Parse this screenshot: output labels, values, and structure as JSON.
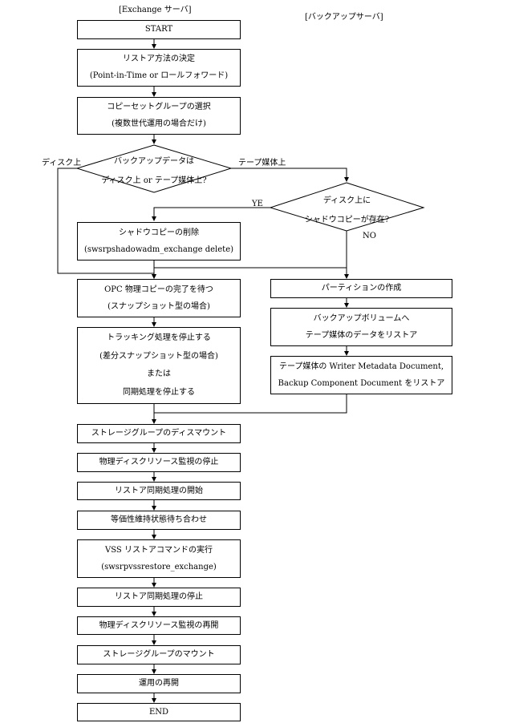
{
  "headers": {
    "exchange": "[Exchange サーバ]",
    "backup": "[バックアップサーバ]"
  },
  "steps": {
    "start": "START",
    "restore_method_1": "リストア方法の決定",
    "restore_method_2": "(Point-in-Time or ロールフォワード)",
    "copyset_1": "コピーセットグループの選択",
    "copyset_2": "(複数世代運用の場合だけ)",
    "shadow_delete_1": "シャドウコピーの削除",
    "shadow_delete_2": "(swsrpshadowadm_exchange delete)",
    "opc_wait_1": "OPC 物理コピーの完了を待つ",
    "opc_wait_2": "(スナップショット型の場合)",
    "tracking_1": "トラッキング処理を停止する",
    "tracking_2": "(差分スナップショット型の場合)",
    "tracking_3": "または",
    "tracking_4": "同期処理を停止する",
    "partition": "パーティションの作成",
    "tape_restore_1": "バックアップボリュームへ",
    "tape_restore_2": "テープ媒体のデータをリストア",
    "tape_meta_1": "テープ媒体の Writer Metadata Document,",
    "tape_meta_2": "Backup Component Document をリストア",
    "dismount": "ストレージグループのディスマウント",
    "monitor_stop": "物理ディスクリソース監視の停止",
    "sync_start": "リストア同期処理の開始",
    "equiv_wait": "等価性維持状態待ち合わせ",
    "vss_1": "VSS リストアコマンドの実行",
    "vss_2": "(swsrpvssrestore_exchange)",
    "sync_stop": "リストア同期処理の停止",
    "monitor_resume": "物理ディスクリソース監視の再開",
    "mount": "ストレージグループのマウント",
    "resume_ops": "運用の再開",
    "end": "END"
  },
  "decisions": {
    "backup_data_1": "バックアップデータは",
    "backup_data_2": "ディスク上 or テープ媒体上?",
    "shadow_exists_1": "ディスク上に",
    "shadow_exists_2": "シャドウコピーが存在?"
  },
  "branch_labels": {
    "disk": "ディスク上",
    "tape": "テープ媒体上",
    "yes": "YE",
    "no": "NO"
  }
}
